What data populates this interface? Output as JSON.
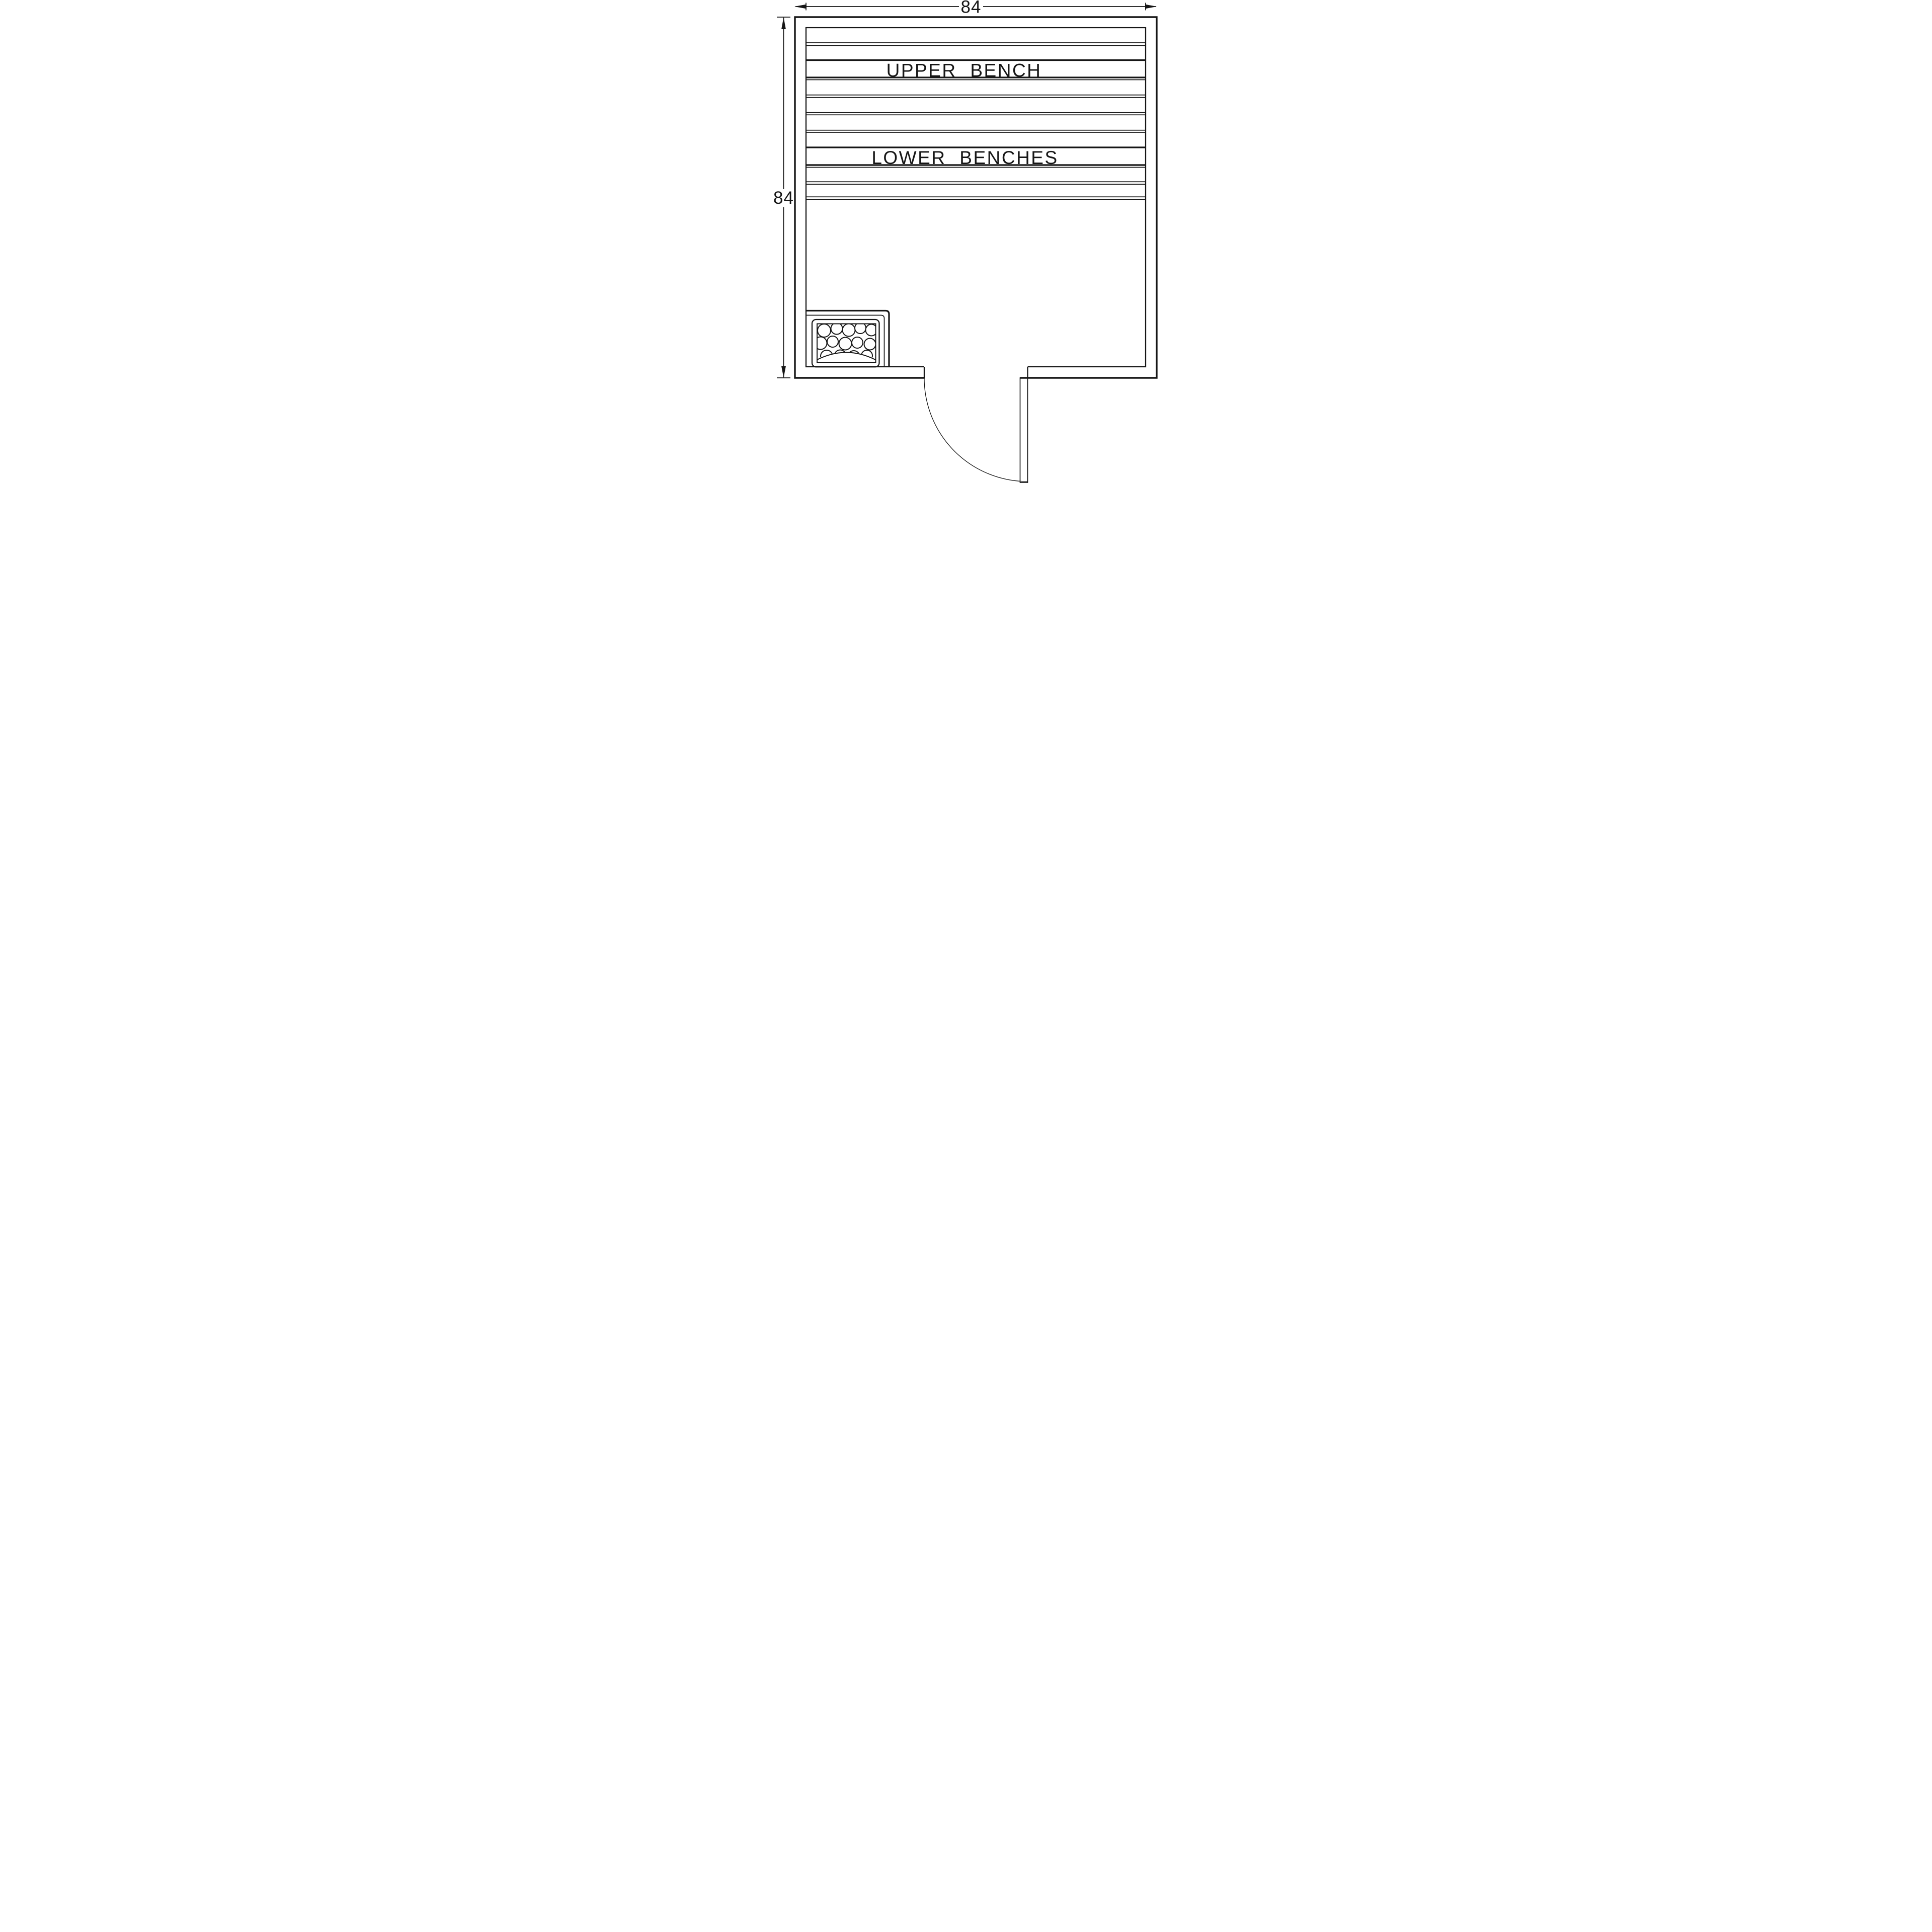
{
  "page": {
    "background": "#ffffff"
  },
  "colors": {
    "line": "#161616"
  },
  "dimensions": {
    "top": {
      "label": "84"
    },
    "left": {
      "label": "84"
    }
  },
  "labels": {
    "upper_bench": "UPPER BENCH",
    "lower_benches": "LOWER BENCHES"
  }
}
